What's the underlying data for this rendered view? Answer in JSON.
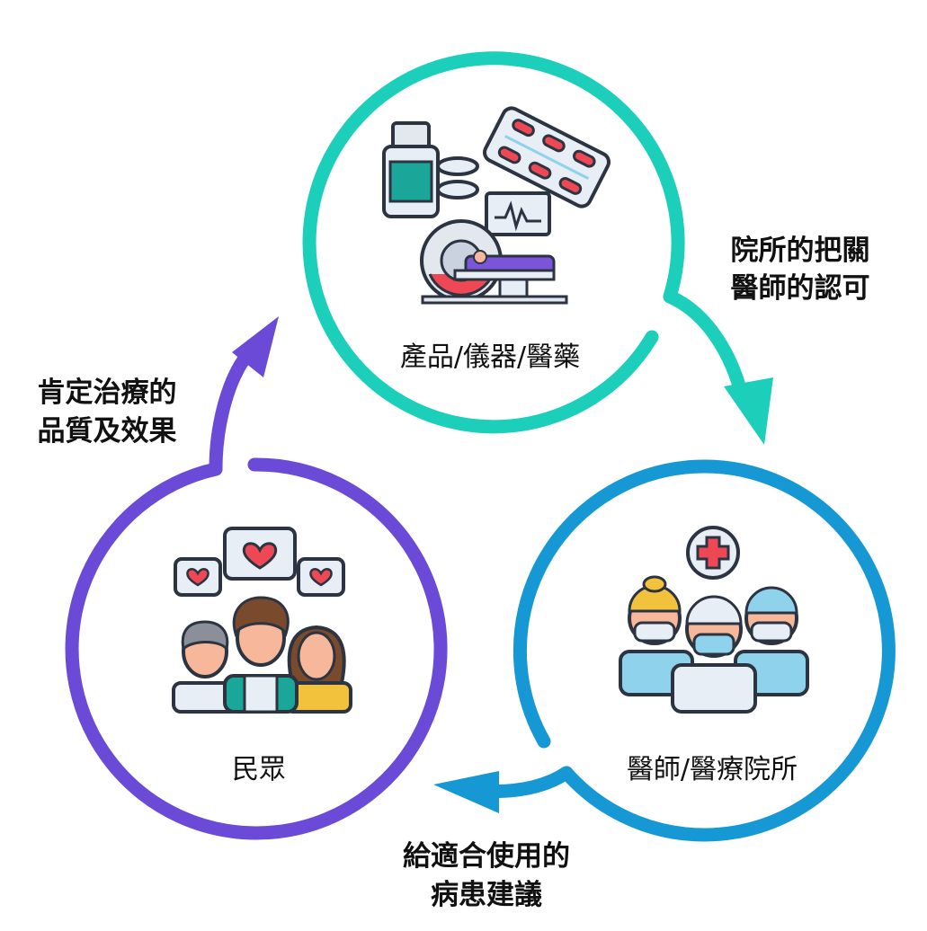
{
  "nodes": {
    "products": {
      "label": "產品/儀器/醫藥"
    },
    "doctors": {
      "label": "醫師/醫療院所"
    },
    "public": {
      "label": "民眾"
    }
  },
  "edges": {
    "products_to_doctors": {
      "line1": "院所的把關",
      "line2": "醫師的認可"
    },
    "doctors_to_public": {
      "line1": "給適合使用的",
      "line2": "病患建議"
    },
    "public_to_products": {
      "line1": "肯定治療的",
      "line2": "品質及效果"
    }
  },
  "colors": {
    "products": "#1ccfbb",
    "doctors": "#1598d4",
    "public": "#6a4ad6",
    "outline": "#2b3440",
    "red": "#ee4855",
    "purple_accent": "#7b55d9",
    "skin": "#f7b79a",
    "light_blue": "#8fd2ec",
    "teal_dark": "#1aa79a",
    "yellow": "#f2c23d"
  }
}
